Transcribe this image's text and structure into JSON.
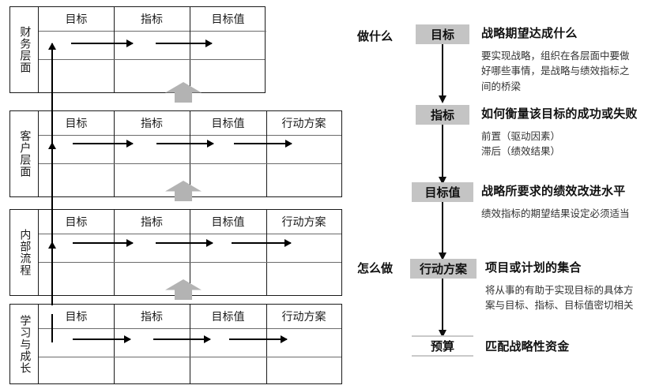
{
  "diagram": {
    "title_hidden": "",
    "colors": {
      "node_fill": "#c4c4c4",
      "chevron": "#b3b3b3",
      "line": "#1a1a1a",
      "budget_rule": "#c9c9c9"
    }
  },
  "bsc": {
    "tables": [
      {
        "layer_label": "财务层面",
        "columns": [
          "目标",
          "指标",
          "目标值"
        ],
        "arrows": 2
      },
      {
        "layer_label": "客户层面",
        "columns": [
          "目标",
          "指标",
          "目标值",
          "行动方案"
        ],
        "arrows": 3
      },
      {
        "layer_label": "内部流程",
        "columns": [
          "目标",
          "指标",
          "目标值",
          "行动方案"
        ],
        "arrows": 3
      },
      {
        "layer_label": "学习与成长",
        "columns": [
          "目标",
          "指标",
          "目标值",
          "行动方案"
        ],
        "arrows": 3
      }
    ]
  },
  "flow": {
    "side_labels": [
      {
        "text": "做什么"
      },
      {
        "text": "怎么做"
      }
    ],
    "nodes": [
      {
        "name": "目标",
        "title": "战略期望达成什么",
        "desc": [
          "要实现战略，组织在各层面中要做",
          "好哪些事情，是战略与绩效指标之",
          "间的桥梁"
        ]
      },
      {
        "name": "指标",
        "title": "如何衡量该目标的成功或失败",
        "desc": [
          "前置（驱动因素）",
          "滞后（绩效结果）"
        ]
      },
      {
        "name": "目标值",
        "title": "战略所要求的绩效改进水平",
        "desc": [
          "绩效指标的期望结果设定必须适当"
        ]
      },
      {
        "name": "行动方案",
        "title": "项目或计划的集合",
        "desc": [
          "将从事的有助于实现目标的具体方",
          "案与目标、指标、目标值密切相关"
        ]
      },
      {
        "name": "预算",
        "title": "匹配战略性资金",
        "desc": []
      }
    ]
  }
}
